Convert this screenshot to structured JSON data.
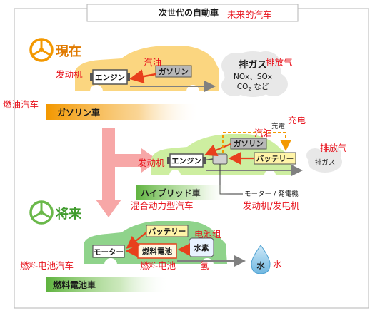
{
  "title": {
    "jp": "次世代の自動車",
    "cn": "未来的汽车"
  },
  "sections": {
    "present": "現在",
    "future": "将来"
  },
  "colors": {
    "gasoline_car": "#fbd680",
    "hybrid_car": "#cdeea0",
    "fuel_cell_car": "#8fd38b",
    "red_arrow": "#e8401c",
    "orange_band": "#f39800",
    "green_band": "#6ab84a",
    "pink_arrow": "#f7a7a7"
  },
  "gasoline_car": {
    "label": "ガソリン車",
    "label_cn": "燃油汽车",
    "engine": "エンジン",
    "engine_cn": "发动机",
    "fuel": "ガソリン",
    "fuel_cn": "汽油",
    "exhaust_title": "排ガス",
    "exhaust_cn": "排放气",
    "exhaust_line1": "NOx、SOx",
    "exhaust_line2_co": "CO",
    "exhaust_line2_sub": "2",
    "exhaust_line2_rest": " など"
  },
  "hybrid_car": {
    "label": "ハイブリッド車",
    "label_cn": "混合动力型汽车",
    "engine": "エンジン",
    "engine_cn": "发动机",
    "fuel": "ガソリン",
    "fuel_cn": "汽油",
    "battery": "バッテリー",
    "charge": "充電",
    "charge_cn": "充电",
    "exhaust": "排ガス",
    "exhaust_cn": "排放气",
    "motor_generator": "モーター / 発電機",
    "motor_generator_cn": "发动机/发电机"
  },
  "fuel_cell_car": {
    "label": "燃料電池車",
    "label_cn": "燃料电池汽车",
    "motor": "モーター",
    "fuel_cell": "燃料電池",
    "fuel_cell_cn": "燃料电池",
    "battery": "バッテリー",
    "battery_cn": "电池组",
    "hydrogen": "水素",
    "hydrogen_cn": "氢",
    "water": "水",
    "water_cn": "水"
  }
}
